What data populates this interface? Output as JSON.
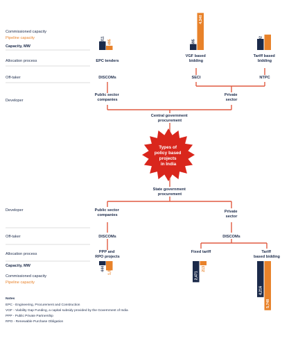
{
  "legend_top": {
    "commissioned": "Commissioned capacity",
    "pipeline": "Pipeline capacity",
    "capacity": "Capacity, MW"
  },
  "legend_bottom": {
    "capacity": "Capacity, MW",
    "commissioned": "Commissioned capacity",
    "pipeline": "Pipeline capacity"
  },
  "rows_top": {
    "allocation": "Allocation process",
    "offtaker": "Off-taker",
    "developer": "Developer"
  },
  "rows_bottom": {
    "developer": "Developer",
    "offtaker": "Off-taker",
    "allocation": "Allocation process"
  },
  "top": {
    "col1": {
      "alloc": [
        "EPC tenders"
      ],
      "offtaker": "DISCOMs",
      "developer": [
        "Public sector",
        "companies"
      ]
    },
    "col2": {
      "alloc": [
        "VGF based",
        "bidding"
      ],
      "offtaker": "SECI"
    },
    "col3": {
      "alloc": [
        "Tariff based",
        "bidding"
      ],
      "offtaker": "NTPC"
    },
    "private": [
      "Private",
      "sector"
    ],
    "procurement": [
      "Central government",
      "procurement"
    ]
  },
  "center_lines": [
    "Types of",
    "policy based",
    "projects",
    "in India"
  ],
  "bottom": {
    "procurement": [
      "State government",
      "procurement"
    ],
    "public": [
      "Public sector",
      "companies"
    ],
    "private": [
      "Private",
      "sector"
    ],
    "offtaker_left": "DISCOMs",
    "offtaker_right": "DISCOMs",
    "alloc1": [
      "PPP and",
      "RPO projects"
    ],
    "alloc2": [
      "Fixed tariff"
    ],
    "alloc3": [
      "Tariff",
      "based bidding"
    ]
  },
  "bars": [
    {
      "id": "epc-commissioned",
      "series": "commissioned",
      "value": 1011,
      "label": "1,011"
    },
    {
      "id": "epc-pipeline",
      "series": "pipeline",
      "value": 495,
      "label": "495"
    },
    {
      "id": "vgf-commissioned",
      "series": "commissioned",
      "value": 695,
      "label": "695"
    },
    {
      "id": "vgf-pipeline",
      "series": "pipeline",
      "value": 4340,
      "label": "4,340"
    },
    {
      "id": "tbb-commissioned",
      "series": "commissioned",
      "value": 1302,
      "label": "1,302"
    },
    {
      "id": "tbb-pipeline",
      "series": "pipeline",
      "value": 1808,
      "label": "1,808"
    },
    {
      "id": "ppp-commissioned",
      "series": "commissioned",
      "value": 444,
      "label": "444"
    },
    {
      "id": "ppp-pipeline",
      "series": "pipeline",
      "value": 1080,
      "label": "1,080"
    },
    {
      "id": "fixed-commissioned",
      "series": "commissioned",
      "value": 2471,
      "label": "2,471"
    },
    {
      "id": "fixed-pipeline",
      "series": "pipeline",
      "value": 213,
      "label": "213"
    },
    {
      "id": "state-tbb-commissioned",
      "series": "commissioned",
      "value": 4216,
      "label": "4,216"
    },
    {
      "id": "state-tbb-pipeline",
      "series": "pipeline",
      "value": 5748,
      "label": "5,748"
    }
  ],
  "notes": {
    "title": "Notes",
    "lines": [
      "EPC - Engineering, Procurement and Construction",
      "VGF - Viability Gap Funding, a capital subsidy provided by the Government of India",
      "PPP - Public Private Partnership",
      "RPO - Renewable Purchase Obligation"
    ]
  },
  "colors": {
    "navy": "#1b2a4a",
    "orange": "#e8822a",
    "red": "#d9261c",
    "line": "#e05a40",
    "grey": "#b9b9b9"
  }
}
